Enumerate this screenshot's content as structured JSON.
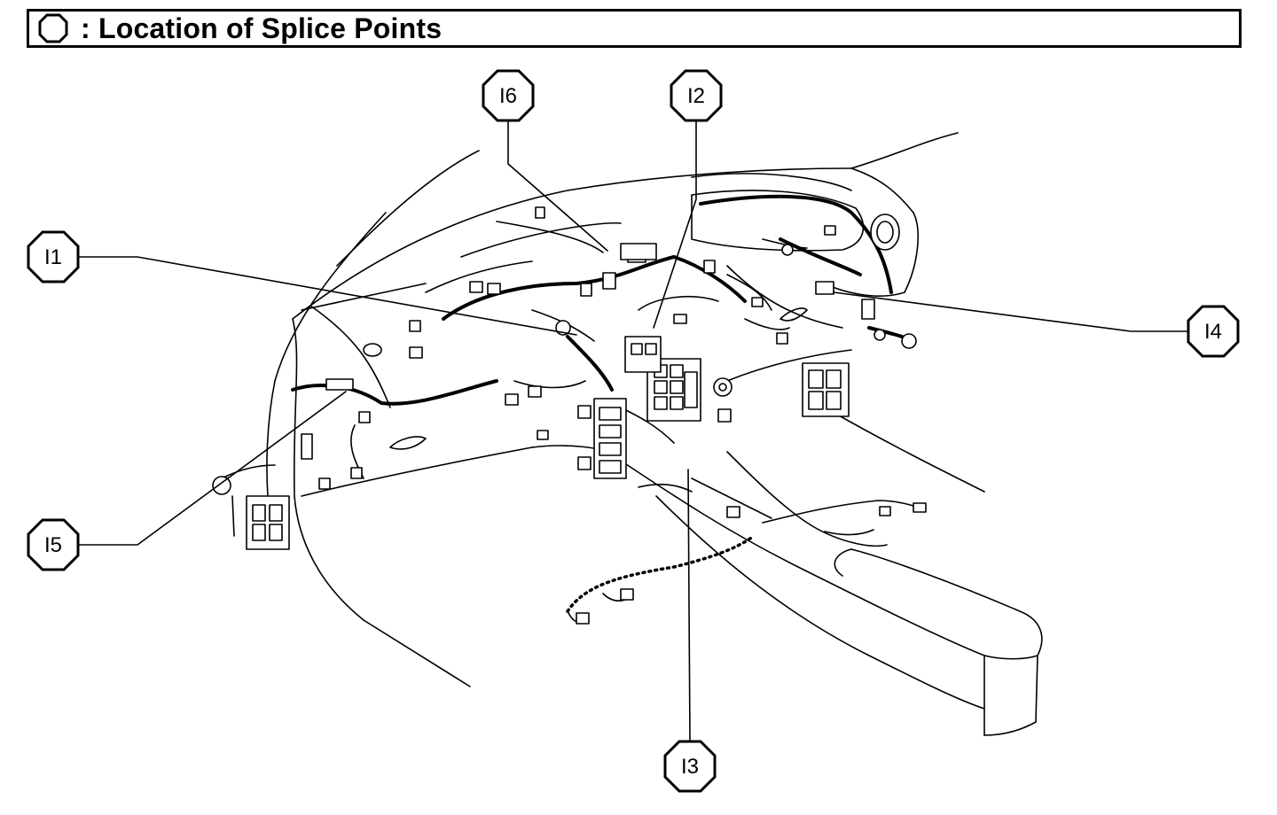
{
  "legend": {
    "symbol": "octagon-icon",
    "text": ": Location of Splice Points"
  },
  "splice_points": [
    {
      "id": "I1",
      "label": "I1"
    },
    {
      "id": "I2",
      "label": "I2"
    },
    {
      "id": "I3",
      "label": "I3"
    },
    {
      "id": "I4",
      "label": "I4"
    },
    {
      "id": "I5",
      "label": "I5"
    },
    {
      "id": "I6",
      "label": "I6"
    }
  ],
  "colors": {
    "line": "#000000",
    "background": "#ffffff"
  }
}
